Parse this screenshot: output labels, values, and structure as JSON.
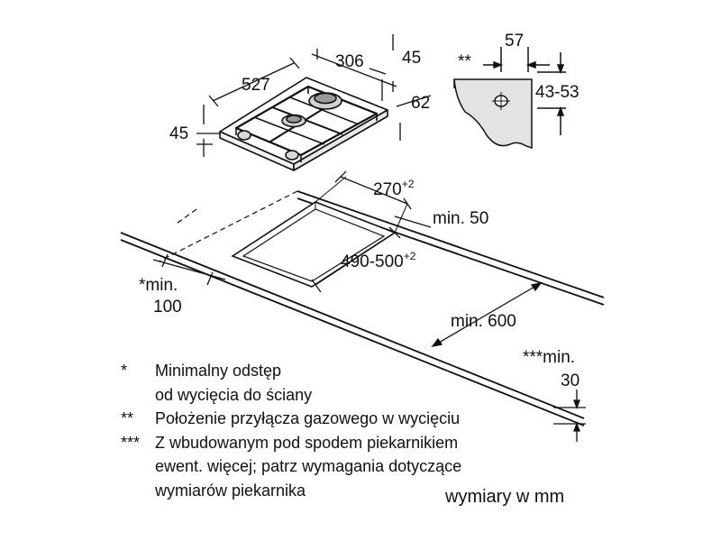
{
  "dimensions": {
    "hob_depth": "527",
    "hob_width": "306",
    "hob_top_gap": "45",
    "hob_height": "45",
    "hob_side": "62",
    "connector_offset": "57",
    "connector_marker": "**",
    "connector_height": "43-53",
    "cutout_width_base": "270",
    "cutout_width_tol": "+2",
    "cutout_depth_base": "490-500",
    "cutout_depth_tol": "+2",
    "min_rear": "min. 50",
    "min_wall_line1": "*min.",
    "min_wall_line2": "100",
    "min_side": "min. 600",
    "min_oven_line1": "***min.",
    "min_oven_line2": "30"
  },
  "legend": [
    {
      "mark": "*",
      "lines": [
        "Minimalny odstęp",
        "od wycięcia do ściany"
      ]
    },
    {
      "mark": "**",
      "lines": [
        "Położenie przyłącza gazowego w wycięciu"
      ]
    },
    {
      "mark": "***",
      "lines": [
        "Z wbudowanym pod spodem piekarnikiem",
        "ewent. więcej; patrz wymagania dotyczące",
        "wymiarów piekarnika"
      ]
    }
  ],
  "units_note": "wymiary w mm"
}
